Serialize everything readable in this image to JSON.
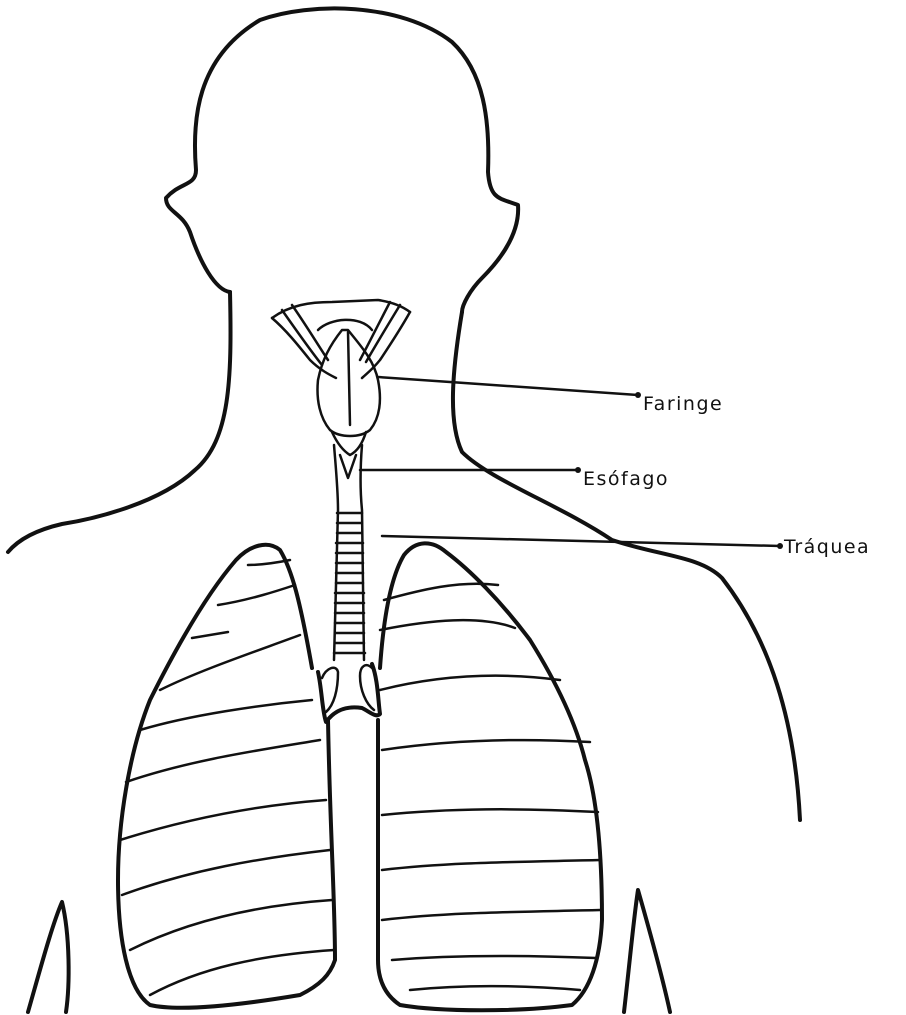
{
  "labels": {
    "faringe": "Faringe",
    "esofago": "Esófago",
    "traquea": "Tráquea"
  },
  "colors": {
    "ink": "#111111",
    "background": "#ffffff"
  }
}
